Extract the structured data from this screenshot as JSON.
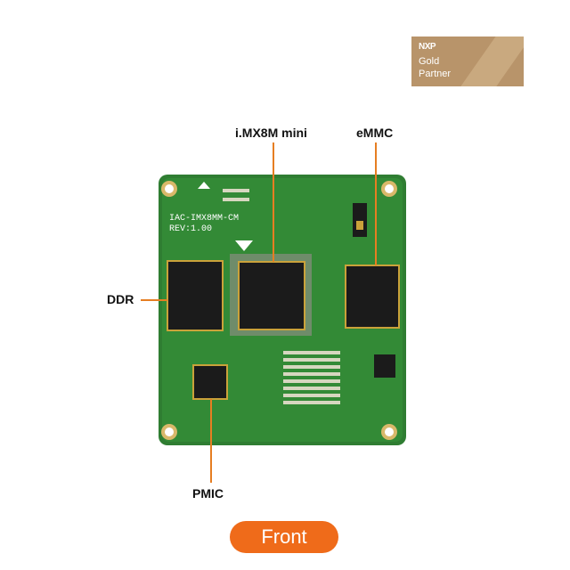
{
  "badge": {
    "brand": "NXP",
    "line1": "Gold",
    "line2": "Partner",
    "bg_color": "#b8946a"
  },
  "callouts": {
    "cpu": "i.MX8M mini",
    "emmc": "eMMC",
    "ddr": "DDR",
    "pmic": "PMIC"
  },
  "board": {
    "model": "IAC-IMX8MM-CM",
    "revision": "REV:1.00",
    "pcb_color": "#2f7d32"
  },
  "view_button": {
    "label": "Front",
    "color": "#ef6b1a"
  }
}
